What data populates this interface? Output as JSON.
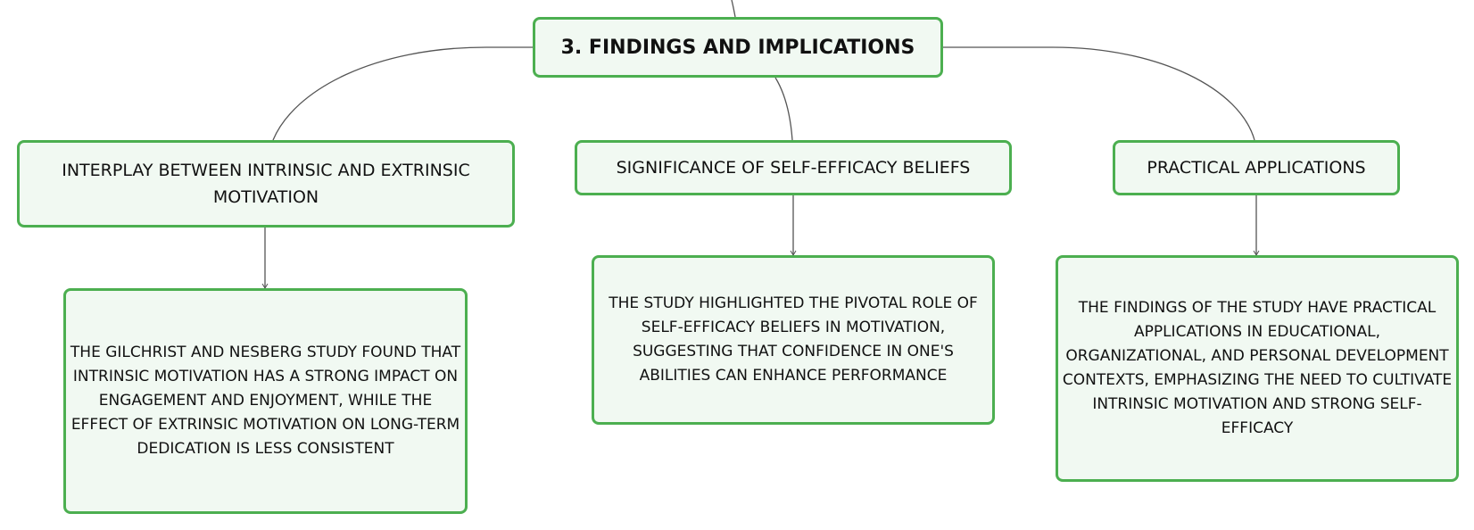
{
  "colors": {
    "node_border": "#4caf50",
    "node_fill": "#f1f9f2",
    "connector": "#555555",
    "text": "#111111"
  },
  "root": {
    "label": "3. FINDINGS AND IMPLICATIONS"
  },
  "topics": [
    {
      "label": "INTERPLAY BETWEEN INTRINSIC AND EXTRINSIC MOTIVATION",
      "detail": "THE GILCHRIST AND NESBERG STUDY FOUND THAT INTRINSIC MOTIVATION HAS A STRONG IMPACT ON ENGAGEMENT AND ENJOYMENT, WHILE THE EFFECT OF EXTRINSIC MOTIVATION ON LONG-TERM DEDICATION IS LESS CONSISTENT"
    },
    {
      "label": "SIGNIFICANCE OF SELF-EFFICACY BELIEFS",
      "detail": "THE STUDY HIGHLIGHTED THE PIVOTAL ROLE OF SELF-EFFICACY BELIEFS IN MOTIVATION, SUGGESTING THAT CONFIDENCE IN ONE'S ABILITIES CAN ENHANCE PERFORMANCE"
    },
    {
      "label": "PRACTICAL APPLICATIONS",
      "detail": "THE FINDINGS OF THE STUDY HAVE PRACTICAL APPLICATIONS IN EDUCATIONAL, ORGANIZATIONAL, AND PERSONAL DEVELOPMENT CONTEXTS, EMPHASIZING THE NEED TO CULTIVATE INTRINSIC MOTIVATION AND STRONG SELF-EFFICACY"
    }
  ]
}
